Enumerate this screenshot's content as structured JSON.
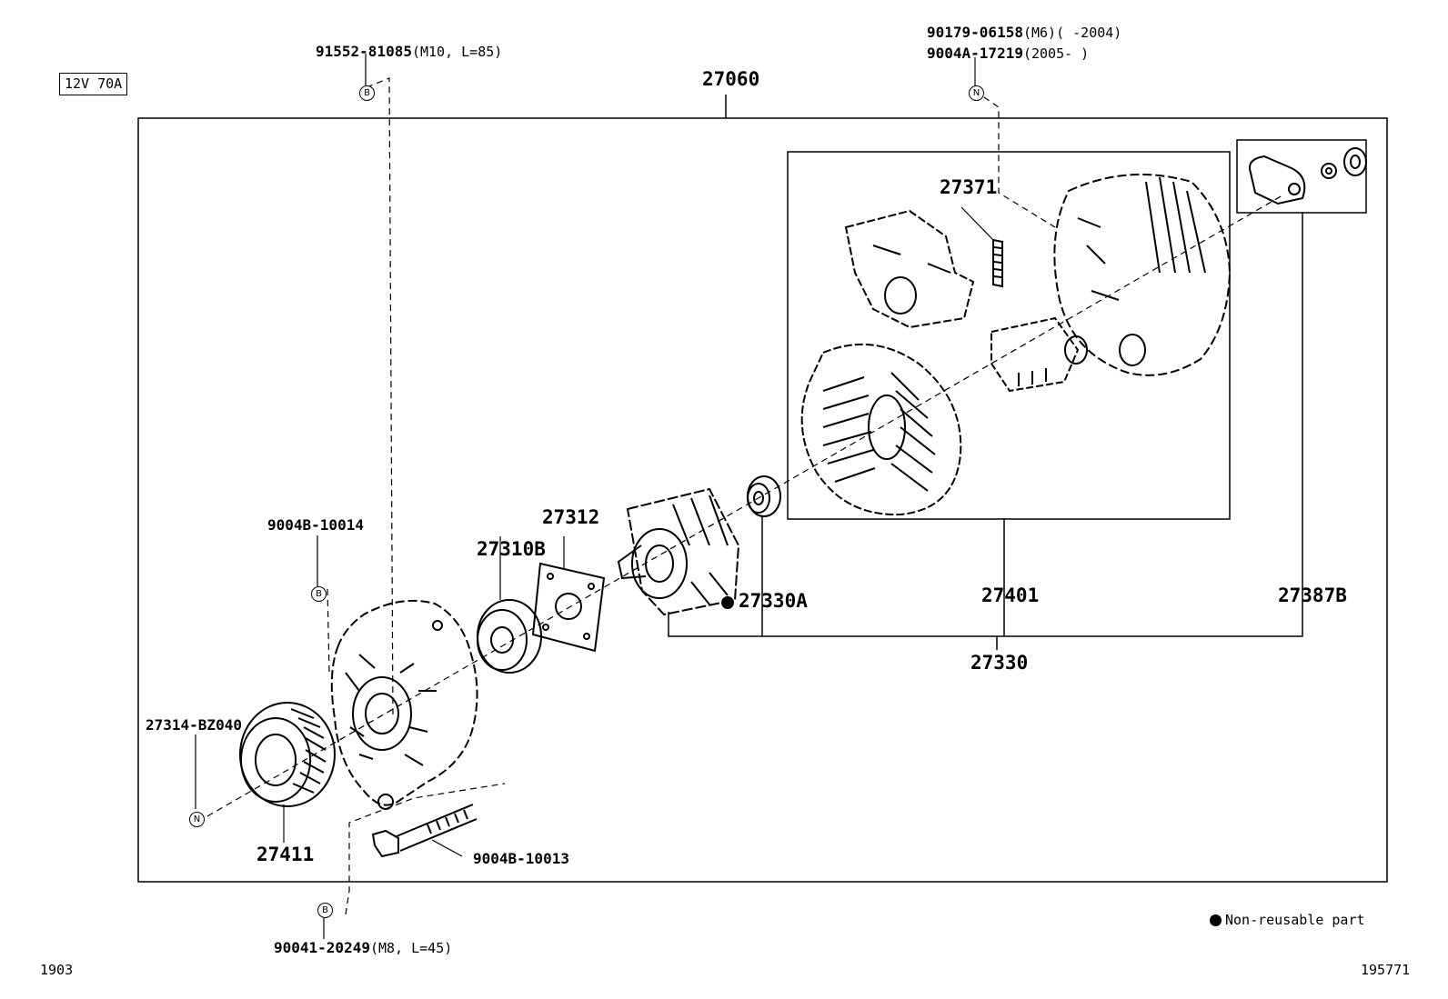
{
  "spec_box": "12V 70A",
  "labels": {
    "bolt_top": {
      "part": "91552-81085",
      "spec": "(M10, L=85)"
    },
    "nut_top_a": {
      "part": "90179-06158",
      "spec": "(M6)(      -2004)"
    },
    "nut_top_b": {
      "part": "9004A-17219",
      "spec": "(2005-      )"
    },
    "assembly": "27060",
    "clip": "27371",
    "rotor": "27312",
    "bearing_front": "27310B",
    "bearing_rear": "27330A",
    "stator": "27401",
    "brush_holder": "27387B",
    "drive_end_frame": "27330",
    "bolt_left": "9004B-10014",
    "pulley_nut": "27314-BZ040",
    "pulley": "27411",
    "through_bolt": "9004B-10013",
    "bolt_bottom": {
      "part": "90041-20249",
      "spec": "(M8, L=45)"
    }
  },
  "markers": {
    "b": "B",
    "n": "N"
  },
  "legend": {
    "non_reusable": "Non-reusable part"
  },
  "footer": {
    "left": "1903",
    "right": "195771"
  }
}
